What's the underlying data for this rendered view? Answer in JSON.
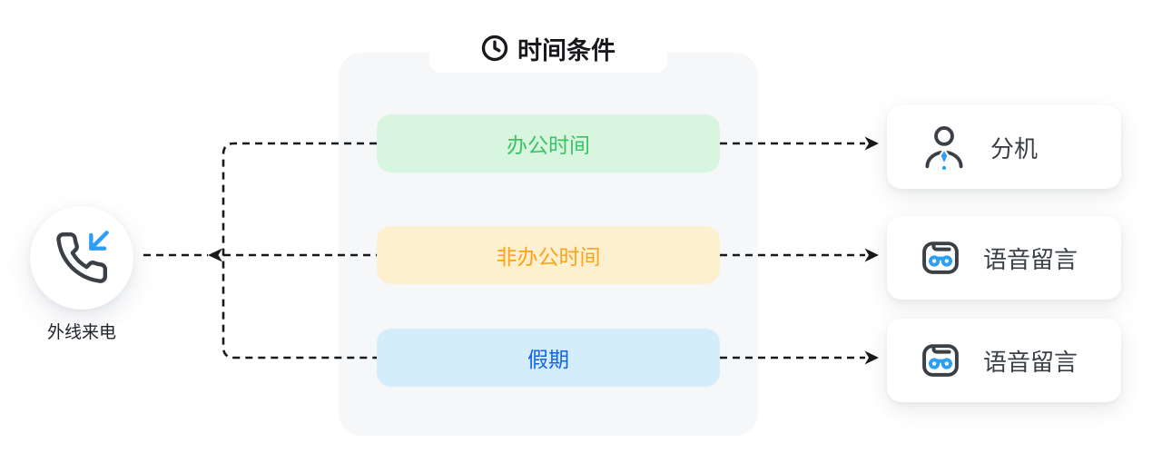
{
  "diagram": {
    "source": {
      "label": "外线来电",
      "icon": "phone-incoming-icon"
    },
    "group": {
      "title": "时间条件",
      "icon": "clock-icon",
      "branches": [
        {
          "label": "办公时间",
          "bg": "#d7f5df",
          "color": "#3cc464"
        },
        {
          "label": "非办公时间",
          "bg": "#fdf0cf",
          "color": "#ffa21a"
        },
        {
          "label": "假期",
          "bg": "#d4edfb",
          "color": "#1463f0"
        }
      ]
    },
    "destinations": [
      {
        "label": "分机",
        "icon": "user-icon"
      },
      {
        "label": "语音留言",
        "icon": "voicemail-icon"
      },
      {
        "label": "语音留言",
        "icon": "voicemail-icon"
      }
    ],
    "colors": {
      "connector": "#17191c",
      "accent_blue": "#2b9ff2",
      "icon_dark": "#3a4046",
      "group_bg": "#f5f7f9",
      "card_bg": "#ffffff"
    }
  }
}
